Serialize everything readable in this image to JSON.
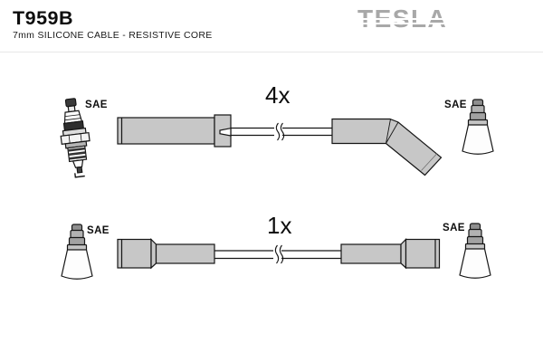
{
  "header": {
    "part_number": "T959B",
    "subtitle": "7mm SILICONE CABLE - RESISTIVE CORE",
    "brand_logo": "TESLA"
  },
  "diagram": {
    "top_cable": {
      "quantity": "4x",
      "left_end_label": "SAE",
      "right_end_label": "SAE"
    },
    "bottom_cable": {
      "quantity": "1x",
      "left_end_label": "SAE",
      "right_end_label": "SAE"
    }
  },
  "icons": {
    "left_top": "spark-plug-icon",
    "right_top": "coil-terminal-icon",
    "left_bottom": "coil-terminal-icon",
    "right_bottom": "coil-terminal-icon",
    "top_cable_ends": "straight-boot-icon / elbow-boot-icon",
    "bottom_cable_ends": "cylindrical-connector-icon"
  },
  "colors": {
    "background": "#ffffff",
    "boot_fill": "#c7c7c7",
    "outline": "#161616",
    "logo_gray": "#a8a8a8"
  }
}
